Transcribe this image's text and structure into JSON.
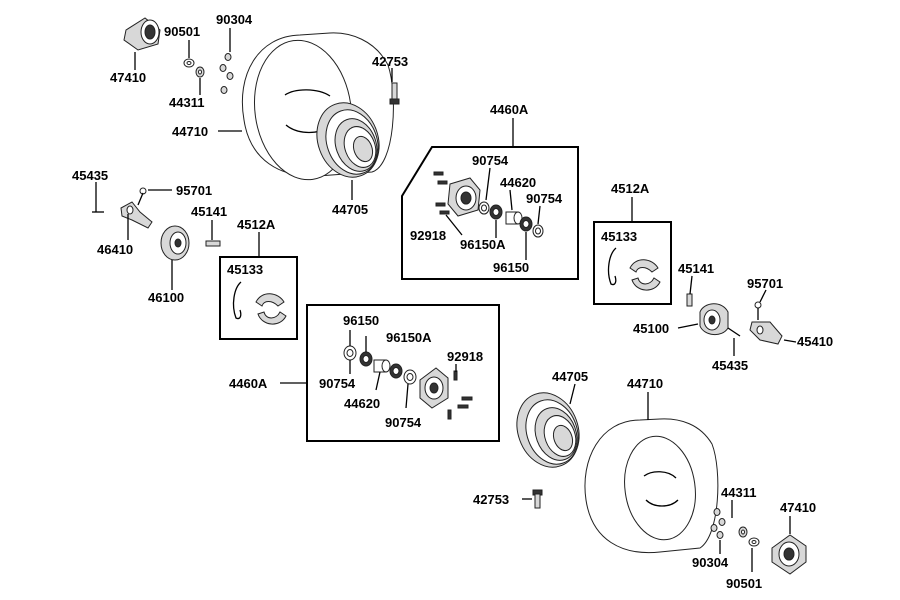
{
  "labels": [
    "47410",
    "90501",
    "90304",
    "44311",
    "44710",
    "42753",
    "44705",
    "4460A",
    "90754",
    "44620",
    "90754",
    "92918",
    "96150A",
    "96150",
    "45435",
    "95701",
    "45141",
    "46410",
    "46100",
    "4512A",
    "45133",
    "4512A",
    "45133",
    "45141",
    "95701",
    "45100",
    "45435",
    "45410",
    "96150",
    "96150A",
    "92918",
    "4460A",
    "90754",
    "44620",
    "90754",
    "44705",
    "44710",
    "42753",
    "44311",
    "47410",
    "90304",
    "90501"
  ]
}
